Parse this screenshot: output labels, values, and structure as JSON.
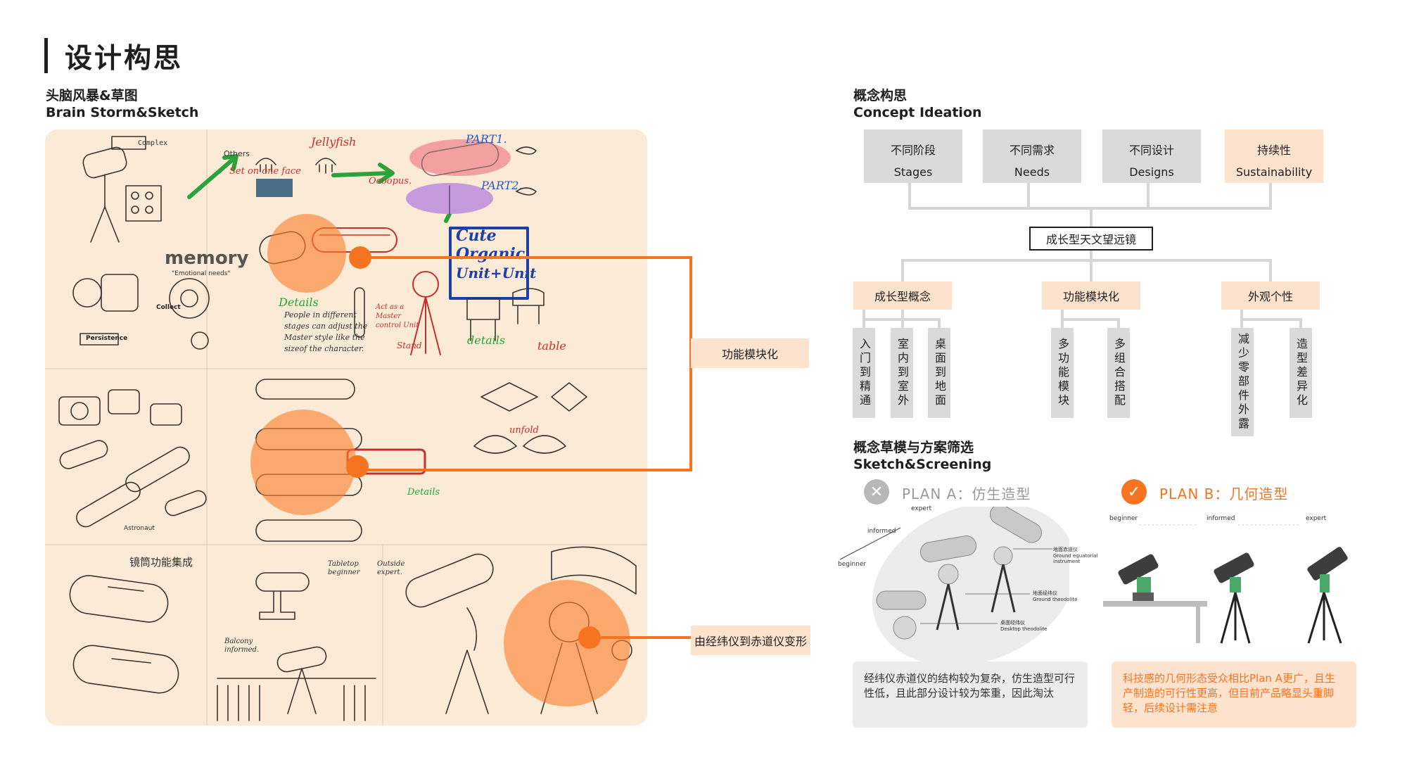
{
  "page": {
    "title": "设计构思"
  },
  "brainstorm": {
    "title_cn": "头脑风暴&草图",
    "title_en": "Brain Storm&Sketch",
    "sketch_texts": {
      "complex": "Complex",
      "others": "Others",
      "set_on_one_face": "Set on one face",
      "jellyfish": "Jellyfish",
      "part1": "PART1.",
      "part2": "PART2.",
      "octopus": "Ocoopus.",
      "memory": "memory",
      "emotional_needs": "\"Emotional needs\"",
      "persistence": "Persistence",
      "collect": "Collect",
      "details": "Details",
      "people_note": "People in different stages can adjust the Master style like the sizeof the character.",
      "cute": "Cute",
      "organic": "Organic",
      "unit": "Unit+Unit",
      "act_as": "Act as a Master control Unit",
      "stand": "Stand",
      "details2": "details",
      "table": "table",
      "unfold": "unfold",
      "astronaut": "Astronaut",
      "tabletop_beginner": "Tabletop beginner",
      "outside_expert": "Outside expert.",
      "balcony_informed": "Balcony informed.",
      "fold_title": "镜筒功能集成",
      "details3": "Details"
    },
    "callouts": {
      "module": "功能模块化",
      "transform": "由经纬仪到赤道仪变形"
    }
  },
  "concept": {
    "title_cn": "概念构思",
    "title_en": "Concept Ideation",
    "top": [
      {
        "cn": "不同阶段",
        "en": "Stages"
      },
      {
        "cn": "不同需求",
        "en": "Needs"
      },
      {
        "cn": "不同设计",
        "en": "Designs"
      },
      {
        "cn": "持续性",
        "en": "Sustainability"
      }
    ],
    "center": "成长型天文望远镜",
    "mid": [
      "成长型概念",
      "功能模块化",
      "外观个性"
    ],
    "leaves": [
      "入门到精通",
      "室内到室外",
      "桌面到地面",
      "多功能模块",
      "多组合搭配",
      "减少零部件外露",
      "造型差异化"
    ]
  },
  "screening": {
    "title_cn": "概念草模与方案筛选",
    "title_en": "Sketch&Screening",
    "plan_a": {
      "label": "PLAN A：仿生造型",
      "icon": "x-mark-icon",
      "labels": {
        "expert": "expert",
        "informed": "informed",
        "beginner": "beginner",
        "equatorial_cn": "地面赤道仪",
        "equatorial_en": "Ground equatorial instrument",
        "theodolite_cn": "地面经纬仪",
        "theodolite_en": "Ground theodolite",
        "desktop_cn": "桌面经纬仪",
        "desktop_en": "Desktop theodolite"
      },
      "note": "经纬仪赤道仪的结构较为复杂，仿生造型可行性低，且此部分设计较为笨重，因此淘汰"
    },
    "plan_b": {
      "label": "PLAN B：几何造型",
      "icon": "check-mark-icon",
      "labels": {
        "beginner": "beginner",
        "informed": "informed",
        "expert": "expert"
      },
      "note": "科技感的几何形态受众相比Plan A更广，且生产制造的可行性更高，但目前产品略显头重脚轻，后续设计需注意"
    }
  },
  "colors": {
    "accent": "#f47421",
    "light_orange": "#fde3ce",
    "grey_box": "#dadada",
    "board_bg": "#fbebd6"
  }
}
